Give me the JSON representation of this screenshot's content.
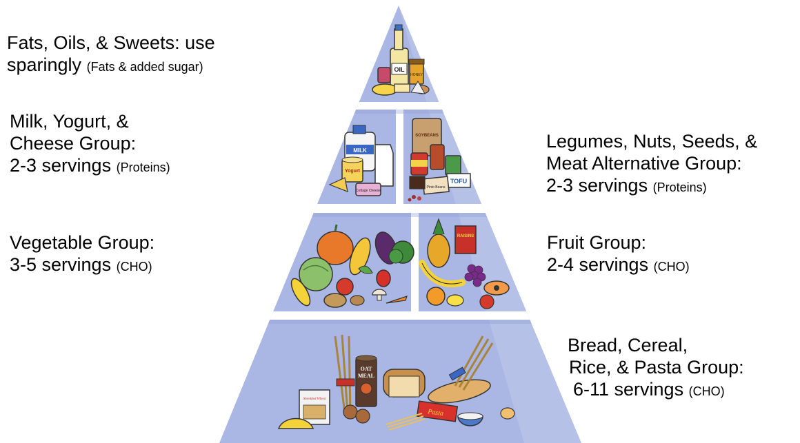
{
  "labels": {
    "fats": {
      "line1": "Fats, Oils, & Sweets: use",
      "line2": "sparingly",
      "note": "(Fats & added sugar)"
    },
    "milk": {
      "line1": "Milk, Yogurt, &",
      "line2": "Cheese Group:",
      "line3": "2-3 servings",
      "note": "(Proteins)"
    },
    "legumes": {
      "line1": "Legumes, Nuts, Seeds, &",
      "line2": "Meat Alternative Group:",
      "line3": "2-3 servings",
      "note": "(Proteins)"
    },
    "vegetable": {
      "line1": "Vegetable Group:",
      "line2": "3-5 servings",
      "note": "(CHO)"
    },
    "fruit": {
      "line1": "Fruit Group:",
      "line2": "2-4 servings",
      "note": "(CHO)"
    },
    "bread": {
      "line1": "Bread, Cereal,",
      "line2": "Rice, & Pasta Group:",
      "line3": "6-11 servings",
      "note": "(CHO)"
    }
  },
  "food_text": {
    "oil": "OIL",
    "honey": "HONEY",
    "milk_carton": "MILK",
    "yogurt": "Yogurt",
    "cottage": "Cottage Cheese",
    "tofu": "TOFU",
    "soybeans": "SOYBEANS",
    "pinto": "Pinto Beans",
    "raisins": "RAISINS",
    "oatmeal_1": "OAT",
    "oatmeal_2": "MEAL",
    "wheat": "Shredded Wheat",
    "pasta": "Pasta"
  },
  "colors": {
    "pyramid_fill": "#aab6e3",
    "divider": "#ffffff",
    "shadow": "#8f9dd0"
  }
}
